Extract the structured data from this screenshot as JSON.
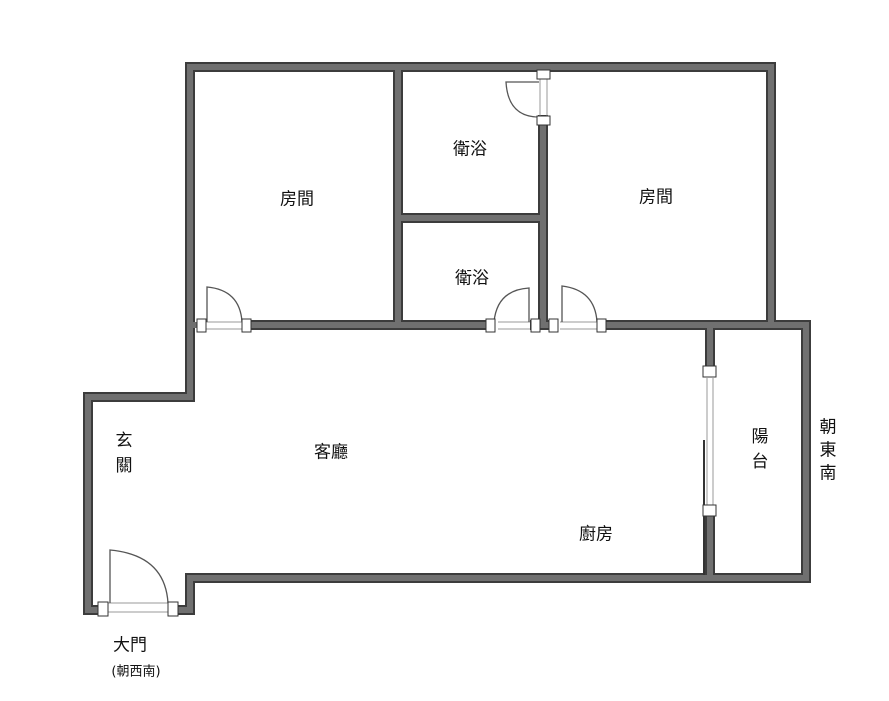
{
  "rooms": {
    "bedroom_left": "房間",
    "bathroom_top": "衛浴",
    "bedroom_right": "房間",
    "bathroom_bottom": "衛浴",
    "living_room": "客廳",
    "entrance": "玄關",
    "balcony": "陽台",
    "kitchen": "廚房"
  },
  "orientation": {
    "east_side": "朝東南",
    "main_door": "大門",
    "main_door_facing": "(朝西南)"
  },
  "colors": {
    "wall": "#707070",
    "wall_outline": "#3c3c3c"
  }
}
